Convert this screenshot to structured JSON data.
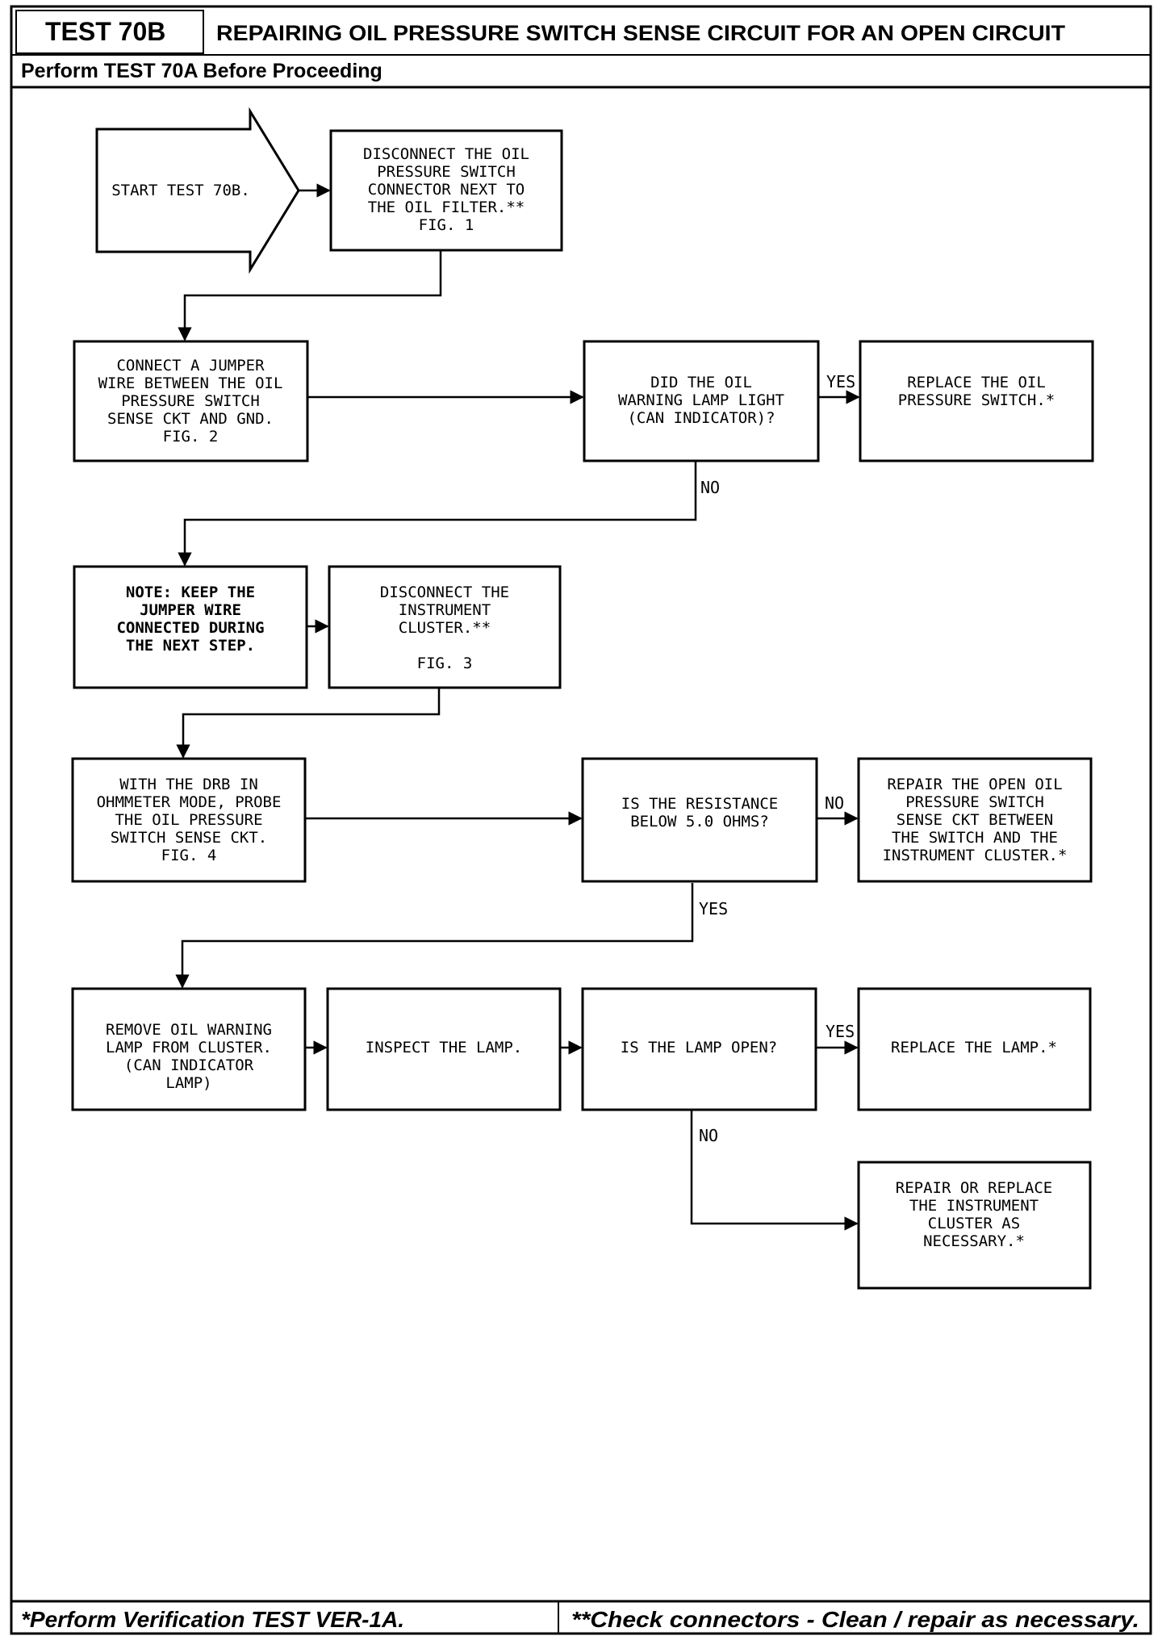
{
  "header": {
    "test_id": "TEST 70B",
    "title": "REPAIRING OIL PRESSURE SWITCH SENSE CIRCUIT FOR AN OPEN CIRCUIT",
    "subtitle": "Perform TEST 70A Before Proceeding"
  },
  "footer": {
    "left": "*Perform Verification TEST VER-1A.",
    "right": "**Check connectors - Clean / repair as necessary."
  },
  "steps": {
    "start": [
      "START TEST 70B."
    ],
    "disconnect_switch": [
      "DISCONNECT THE OIL",
      "PRESSURE SWITCH",
      "CONNECTOR NEXT TO",
      "THE OIL FILTER.**",
      "FIG. 1"
    ],
    "connect_jumper": [
      "CONNECT A JUMPER",
      "WIRE BETWEEN THE OIL",
      "PRESSURE SWITCH",
      "SENSE CKT AND GND.",
      "FIG. 2"
    ],
    "did_lamp_light": [
      "DID THE OIL",
      "WARNING LAMP LIGHT",
      "(CAN INDICATOR)?"
    ],
    "replace_switch": [
      "REPLACE THE OIL",
      "PRESSURE SWITCH.*"
    ],
    "note_jumper": [
      "NOTE: KEEP THE",
      "JUMPER WIRE",
      "CONNECTED DURING",
      "THE NEXT STEP."
    ],
    "disconnect_cluster": [
      "DISCONNECT THE",
      "INSTRUMENT",
      "CLUSTER.**",
      "",
      "FIG. 3"
    ],
    "probe_ckt": [
      "WITH THE DRB IN",
      "OHMMETER MODE, PROBE",
      "THE OIL PRESSURE",
      "SWITCH SENSE CKT.",
      "FIG. 4"
    ],
    "resistance_check": [
      "IS THE RESISTANCE",
      "BELOW 5.0 OHMS?"
    ],
    "repair_open": [
      "REPAIR THE OPEN OIL",
      "PRESSURE SWITCH",
      "SENSE CKT BETWEEN",
      "THE SWITCH AND THE",
      "INSTRUMENT CLUSTER.*"
    ],
    "remove_lamp": [
      "REMOVE OIL WARNING",
      "LAMP FROM CLUSTER.",
      "(CAN INDICATOR",
      "LAMP)"
    ],
    "inspect_lamp": [
      "INSPECT THE LAMP."
    ],
    "lamp_open": [
      "IS THE LAMP OPEN?"
    ],
    "replace_lamp": [
      "REPLACE THE LAMP.*"
    ],
    "repair_cluster": [
      "REPAIR OR REPLACE",
      "THE INSTRUMENT",
      "CLUSTER AS",
      "NECESSARY.*"
    ]
  },
  "branches": {
    "lamp_light_yes": "YES",
    "lamp_light_no": "NO",
    "resistance_no": "NO",
    "resistance_yes": "YES",
    "lamp_open_yes": "YES",
    "lamp_open_no": "NO"
  }
}
